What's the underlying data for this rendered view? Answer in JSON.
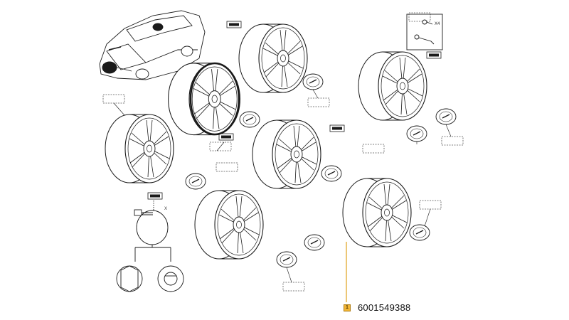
{
  "diagram": {
    "callout": {
      "marker_label": "1",
      "part_number": "6001549388"
    },
    "fastener_kit": {
      "quantity": "X4"
    },
    "bolt_axis": {
      "label": "X"
    },
    "colors": {
      "line": "#1a1a1a",
      "marker_fill": "#f2b636",
      "leader_line": "#e0a21b"
    },
    "icons": [
      "car-icon",
      "wheel-icon",
      "hub-cap-icon",
      "bolt-icon",
      "nut-icon",
      "label-box-icon"
    ]
  }
}
